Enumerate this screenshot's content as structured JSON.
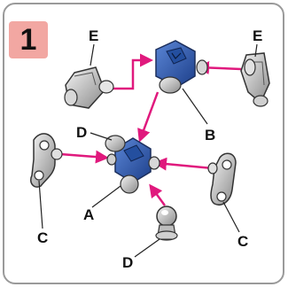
{
  "step_number": "1",
  "labels": {
    "a": "A",
    "b": "B",
    "c_left": "C",
    "c_right": "C",
    "d_top": "D",
    "d_bottom": "D",
    "e_left": "E",
    "e_right": "E"
  },
  "colors": {
    "arrow": "#e0197d",
    "hub_blue": "#2f5db3",
    "step_badge": "#f2a7a2"
  }
}
